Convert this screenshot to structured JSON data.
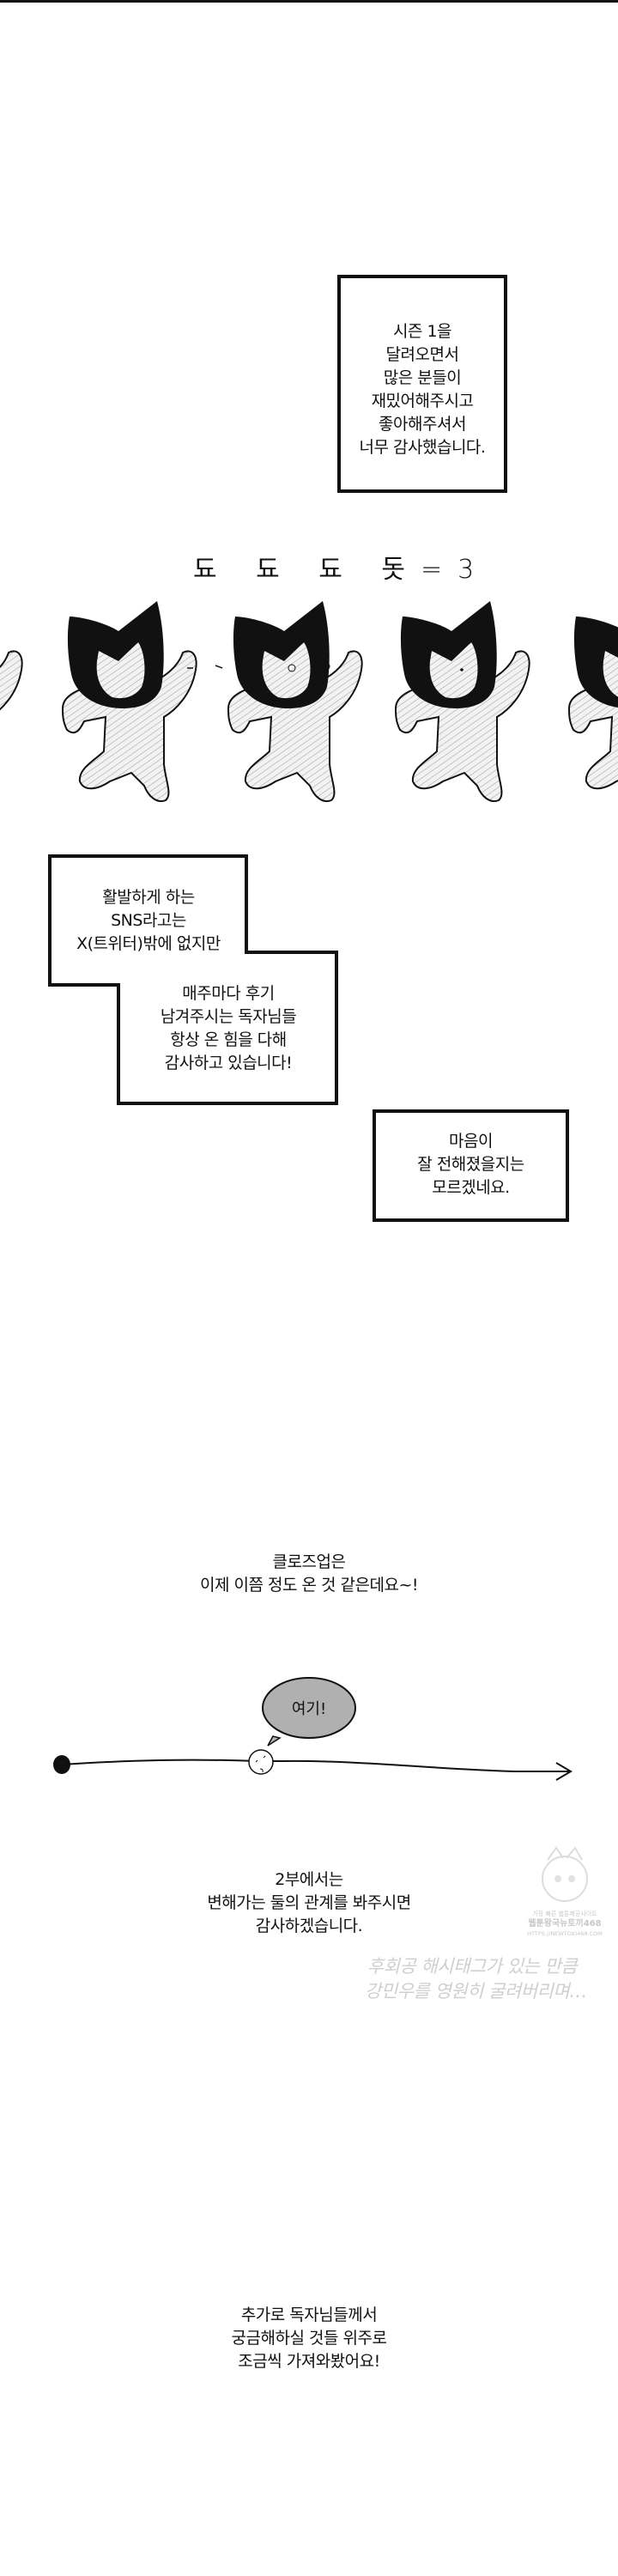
{
  "box1": {
    "lines": [
      "시즌 1을",
      "달려오면서",
      "많은 분들이",
      "재밌어해주시고",
      "좋아해주셔서",
      "너무 감사했습니다."
    ]
  },
  "sfx": {
    "text": "됴 됴 됴 돗=3"
  },
  "box2": {
    "upper_lines": [
      "활발하게 하는",
      "SNS라고는",
      "X(트위터)밖에 없지만"
    ],
    "lower_lines": [
      "매주마다 후기",
      "남겨주시는 독자님들",
      "항상 온 힘을 다해",
      "감사하고 있습니다!"
    ]
  },
  "box3": {
    "lines": [
      "마음이",
      "잘 전해졌을지는",
      "모르겠네요."
    ]
  },
  "closeup": {
    "lines": [
      "클로즈업은",
      "이제 이쯤 정도 온 것 같은데요~!"
    ]
  },
  "timeline": {
    "bubble_text": "여기!"
  },
  "part2": {
    "lines": [
      "2부에서는",
      "변해가는 둘의 관계를 봐주시면",
      "감사하겠습니다."
    ]
  },
  "faded_text": {
    "lines": [
      "후회공 해시태그가 있는 만큼",
      "강민우를 영원히 굴려버리며…"
    ]
  },
  "watermark": {
    "lines": [
      "가장 빠른 웹툰제공사이트",
      "웹툰왕국뉴토끼468",
      "HTTPS://NEWTOKI468.COM"
    ]
  },
  "closing": {
    "lines": [
      "추가로 독자님들께서",
      "궁금해하실 것들 위주로",
      "조금씩 가져와봤어요!"
    ]
  }
}
